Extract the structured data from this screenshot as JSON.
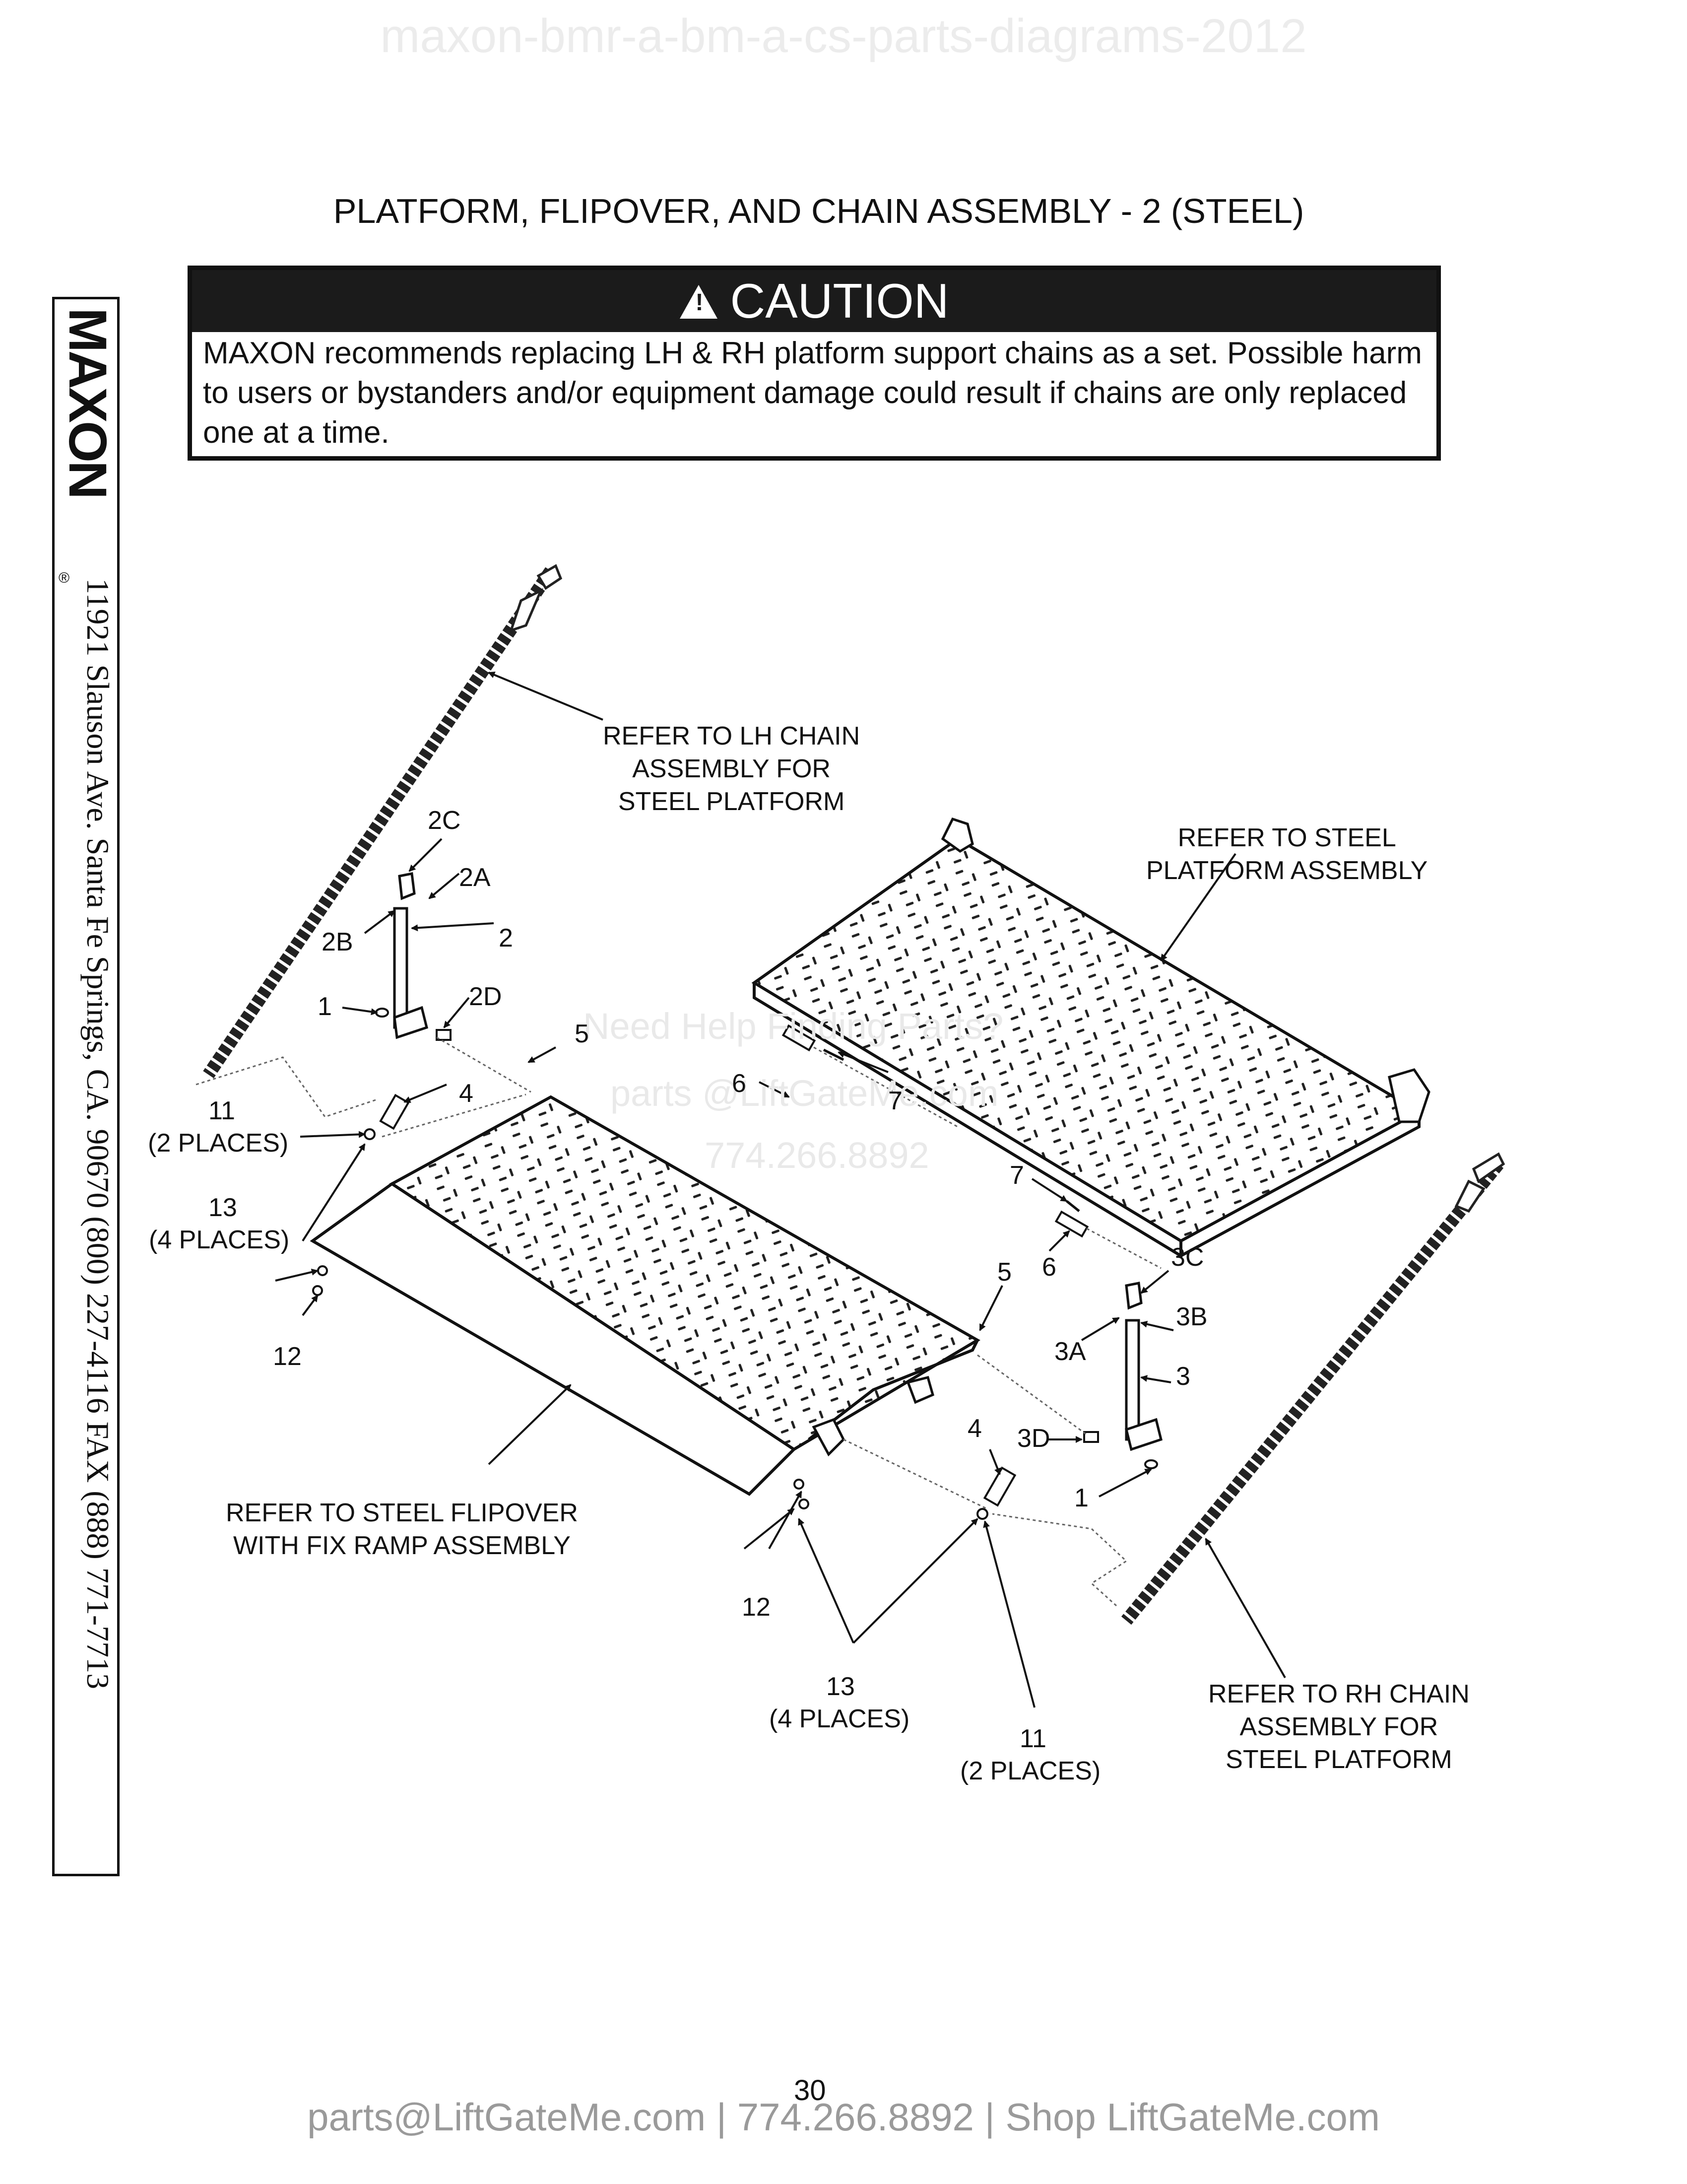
{
  "header_watermark": "maxon-bmr-a-bm-a-cs-parts-diagrams-2012",
  "title": "PLATFORM, FLIPOVER, AND CHAIN ASSEMBLY - 2 (STEEL)",
  "caution": {
    "icon": "warning-triangle-icon",
    "symbol": "!",
    "title": "CAUTION",
    "text": "MAXON recommends replacing LH & RH platform support chains as a set. Possible harm to users or bystanders and/or equipment damage could result if chains are only replaced one at a time."
  },
  "side": {
    "logo": "MAXON",
    "reg": "®",
    "address": "11921 Slauson Ave.  Santa Fe Springs, CA.  90670  (800) 227-4116  FAX (888) 771-7713"
  },
  "watermark": {
    "help": "Need Help Finding Parts?",
    "email": "parts @LiftGateMe.com",
    "phone": "774.266.8892"
  },
  "labels": {
    "lh_chain": [
      "REFER TO LH CHAIN",
      "ASSEMBLY FOR",
      "STEEL PLATFORM"
    ],
    "steel_platform": [
      "REFER TO STEEL",
      "PLATFORM ASSEMBLY"
    ],
    "flipover": [
      "REFER TO STEEL FLIPOVER",
      "WITH FIX RAMP ASSEMBLY"
    ],
    "rh_chain": [
      "REFER TO RH CHAIN",
      "ASSEMBLY FOR",
      "STEEL PLATFORM"
    ]
  },
  "callouts": {
    "c2C": "2C",
    "c2A": "2A",
    "c2B": "2B",
    "c2": "2",
    "c2D": "2D",
    "c1_left": "1",
    "c5_top": "5",
    "c4_left": "4",
    "c11_left": "11",
    "c11_left_places": "(2 PLACES)",
    "c13_left": "13",
    "c13_left_places": "(4 PLACES)",
    "c12_left": "12",
    "c6_top": "6",
    "c7_top": "7",
    "c7_right": "7",
    "c6_right": "6",
    "c5_right": "5",
    "c3C": "3C",
    "c3B": "3B",
    "c3A": "3A",
    "c3": "3",
    "c3D": "3D",
    "c1_right": "1",
    "c4_right": "4",
    "c12_bottom": "12",
    "c13_bottom": "13",
    "c13_bottom_places": "(4 PLACES)",
    "c11_bottom": "11",
    "c11_bottom_places": "(2 PLACES)"
  },
  "page_number": "30",
  "footer": "parts@LiftGateMe.com | 774.266.8892 | Shop LiftGateMe.com"
}
